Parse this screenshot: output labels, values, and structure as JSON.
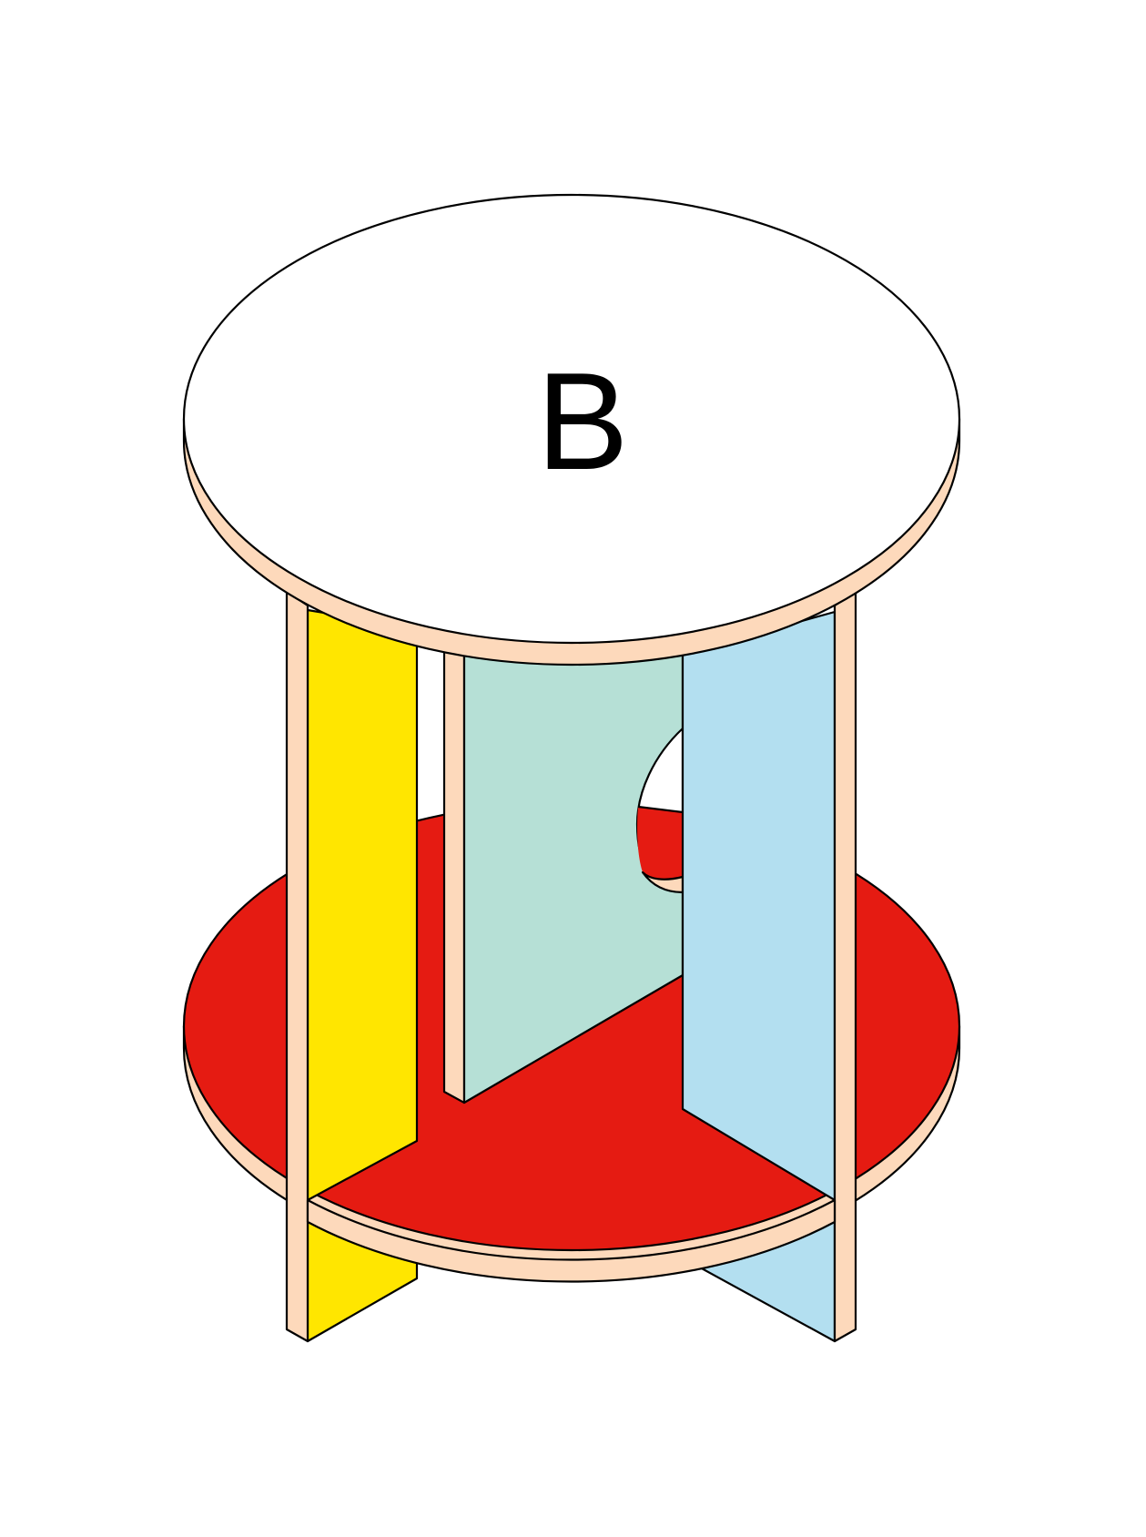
{
  "figure": {
    "subject": "isometric round side table with two circular discs and three vertical panels",
    "label": "B"
  },
  "colors": {
    "background": "#ffffff",
    "outline": "#000000",
    "top_disc_face": "#ffffff",
    "wood_edge": "#fdd9bb",
    "bottom_disc_face": "#e51b12",
    "panel_yellow": "#ffe600",
    "panel_mint": "#b6e0d6",
    "panel_light_blue": "#b3dff0"
  },
  "parts": [
    {
      "name": "top-disc",
      "color_key": "top_disc_face",
      "has_label": true
    },
    {
      "name": "bottom-disc",
      "color_key": "bottom_disc_face"
    },
    {
      "name": "panel-yellow",
      "color_key": "panel_yellow",
      "position": "front-left"
    },
    {
      "name": "panel-mint",
      "color_key": "panel_mint",
      "position": "back",
      "has_cutout": true
    },
    {
      "name": "panel-light-blue",
      "color_key": "panel_light_blue",
      "position": "front-right"
    }
  ]
}
